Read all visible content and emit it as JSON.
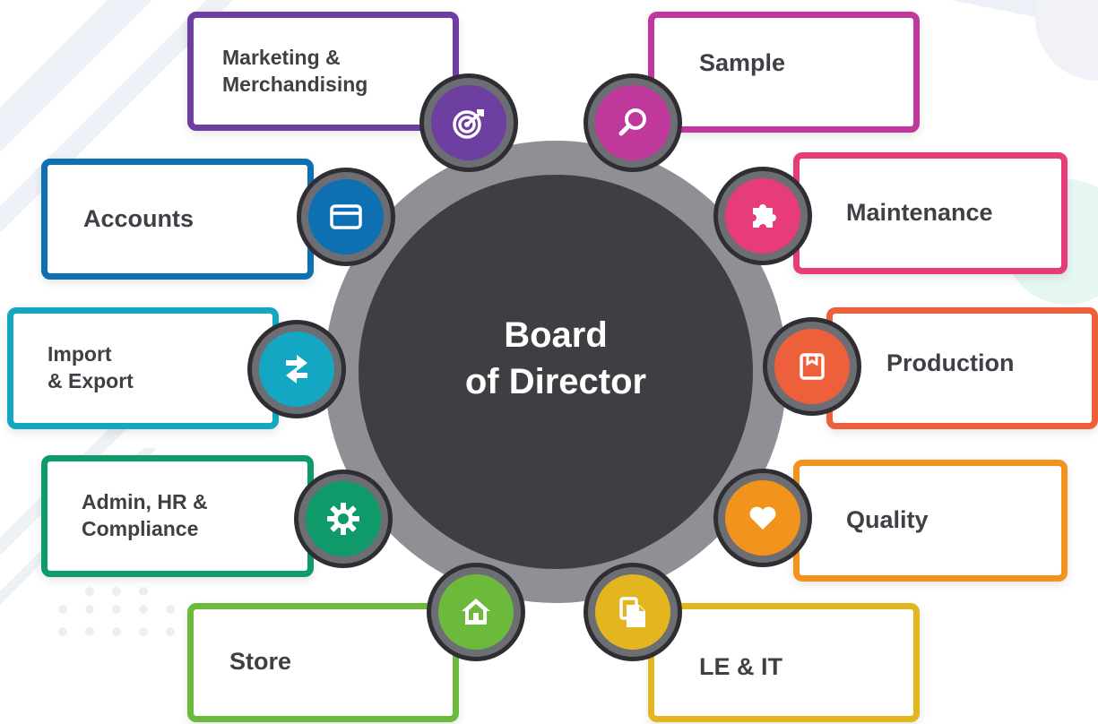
{
  "center": {
    "line1": "Board",
    "line2": "of Director"
  },
  "departments": {
    "marketing": {
      "line1": "Marketing &",
      "line2": "Merchandising",
      "icon": "target-icon",
      "color": "#6c3fa0"
    },
    "sample": {
      "line1": "Sample",
      "icon": "magnifier-icon",
      "color": "#c0389b"
    },
    "accounts": {
      "line1": "Accounts",
      "icon": "credit-card-icon",
      "color": "#0f6fb3"
    },
    "maintenance": {
      "line1": "Maintenance",
      "icon": "puzzle-icon",
      "color": "#e63c7a"
    },
    "import_export": {
      "line1": "Import",
      "line2": "& Export",
      "icon": "transfer-arrows-icon",
      "color": "#14a7c3"
    },
    "production": {
      "line1": "Production",
      "icon": "box-icon",
      "color": "#ee5f3c"
    },
    "admin_hr": {
      "line1": "Admin, HR &",
      "line2": "Compliance",
      "icon": "gear-icon",
      "color": "#0f9a6a"
    },
    "quality": {
      "line1": "Quality",
      "icon": "heart-icon",
      "color": "#f2931d"
    },
    "store": {
      "line1": "Store",
      "icon": "home-icon",
      "color": "#6cba3c"
    },
    "le_it": {
      "line1": "LE & IT",
      "icon": "documents-icon",
      "color": "#e3b51f"
    }
  }
}
